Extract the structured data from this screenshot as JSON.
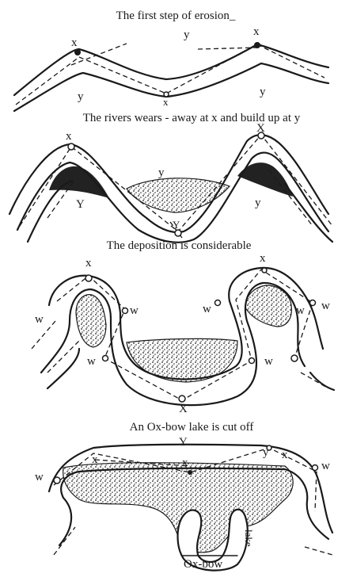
{
  "stages": [
    {
      "caption": "The first step of erosion_",
      "labels": {
        "x_left": "x",
        "x_right": "x",
        "x_bottom": "x",
        "y_top": "y",
        "y_left": "y",
        "y_right": "y"
      }
    },
    {
      "caption": "The rivers wears - away at x and build up at y",
      "labels": {
        "x_left": "x",
        "x_right": "X",
        "y_center": "y",
        "y_left": "Y",
        "y_right": "y",
        "y_bottom": "Y"
      }
    },
    {
      "caption": "The deposition is considerable",
      "labels": {
        "x_left": "x",
        "x_right": "x",
        "x_bottom": "X",
        "w1": "w",
        "w2": "w",
        "w3": "w",
        "w4": "w",
        "w5": "w",
        "w6": "w",
        "w7": "w"
      }
    },
    {
      "caption": "An Ox-bow lake is cut off",
      "labels": {
        "y_left": "Y",
        "y_right": "y",
        "x1": "x",
        "x2": "x",
        "x3": "x",
        "w_left": "w",
        "w_right": "w",
        "lake": "lake",
        "oxbow": "Ox-bow"
      }
    }
  ]
}
